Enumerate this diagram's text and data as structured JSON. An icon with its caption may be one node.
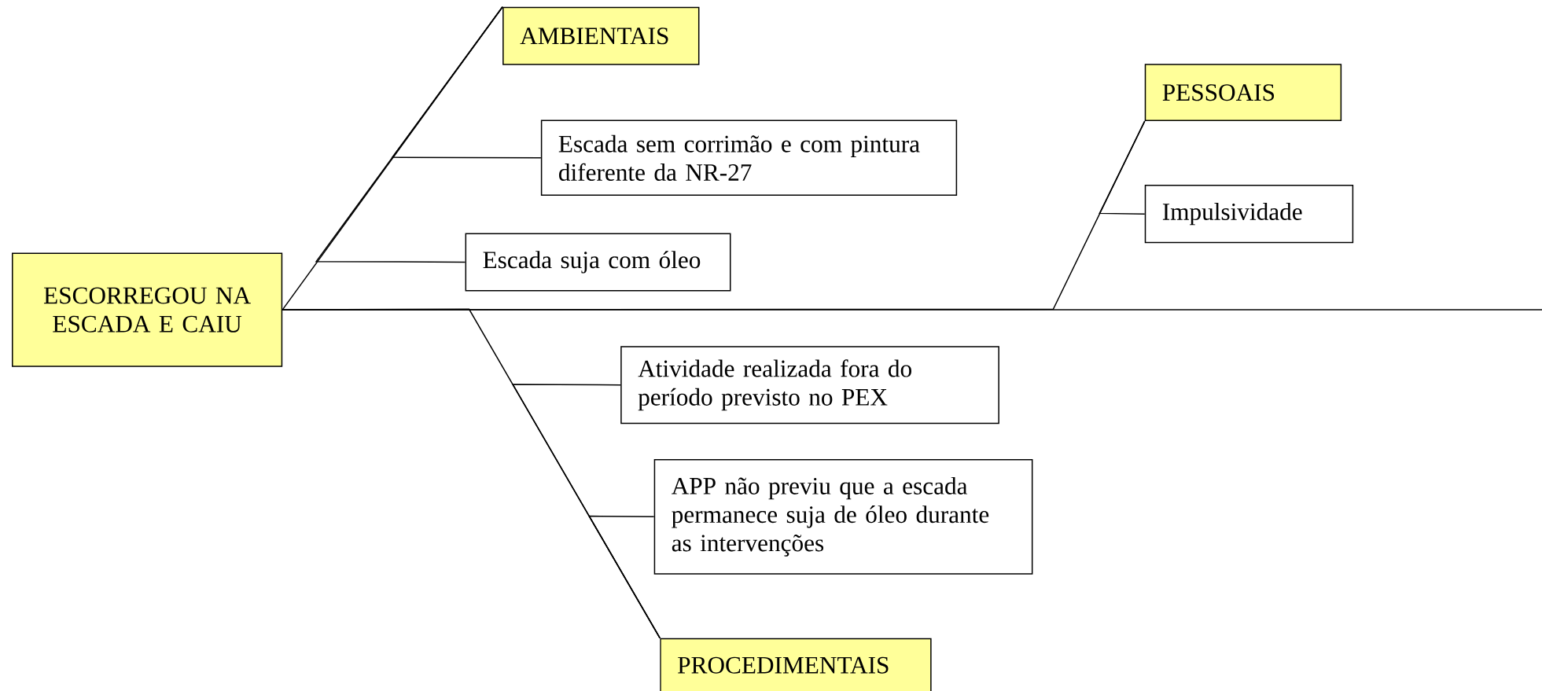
{
  "diagram": {
    "nodes": [
      {
        "text": [
          "ESCORREGOU NA ESCADA E CAIU"
        ]
      },
      {
        "text": [
          "AMBIENTAIS"
        ]
      },
      {
        "text": [
          "Escada sem corrimão e com pintura diferente da NR-27"
        ]
      },
      {
        "text": [
          "Escada suja com óleo"
        ]
      },
      {
        "text": [
          "PESSOAIS"
        ]
      },
      {
        "text": [
          "Impulsividade"
        ]
      },
      {
        "text": [
          "Atividade realizada fora do período previsto no PEX"
        ]
      },
      {
        "text": [
          "APP não previu que a escada permanece suja de óleo durante as intervenções"
        ]
      },
      {
        "text": [
          "PROCEDIMENTAIS"
        ]
      }
    ],
    "edges": [
      {
        "from": 1,
        "to": 0,
        "arrow": "none"
      },
      {
        "from": 4,
        "to": 0,
        "arrow": "none"
      },
      {
        "from": 8,
        "to": 0,
        "arrow": "none"
      },
      {
        "from": 2,
        "to": 1,
        "arrow": "none"
      },
      {
        "from": 3,
        "to": 1,
        "arrow": "none"
      },
      {
        "from": 5,
        "to": 4,
        "arrow": "none"
      },
      {
        "from": 6,
        "to": 8,
        "arrow": "none"
      },
      {
        "from": 7,
        "to": 8,
        "arrow": "none"
      },
      {
        "from": 0,
        "to": null,
        "arrow": "none"
      }
    ]
  }
}
